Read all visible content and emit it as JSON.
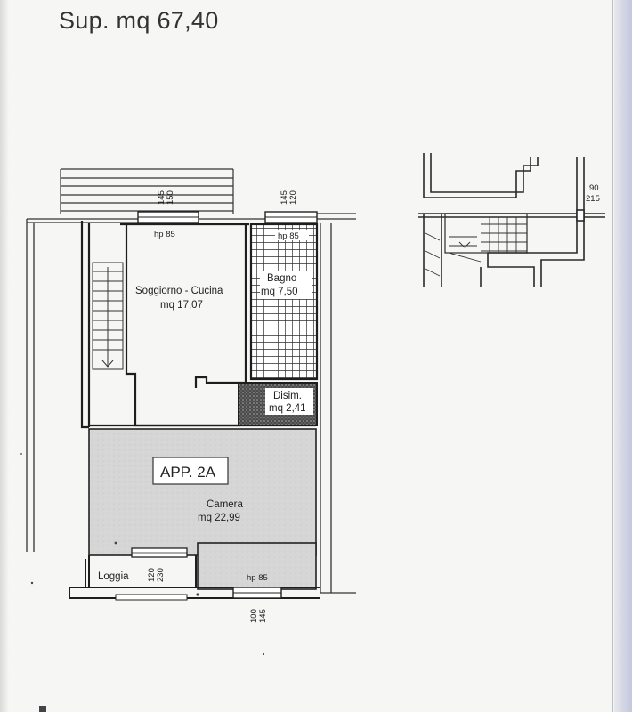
{
  "header": {
    "title": "Sup. mq 67,40"
  },
  "rooms": {
    "soggiorno": {
      "name": "Soggiorno - Cucina",
      "area": "mq 17,07"
    },
    "bagno": {
      "name": "Bagno",
      "area": "mq 7,50"
    },
    "disim": {
      "name": "Disim.",
      "area": "mq 2,41"
    },
    "camera": {
      "name": "Camera",
      "area": "mq 22,99"
    },
    "loggia": {
      "name": "Loggia"
    }
  },
  "unit_label": "APP. 2A",
  "openings": {
    "hp_soggiorno": "hp 85",
    "hp_bagno": "hp 85",
    "hp_camera": "hp 85"
  },
  "dimensions": {
    "window_soggiorno": [
      "145",
      "150"
    ],
    "window_bagno": [
      "145",
      "120"
    ],
    "door_loggia": [
      "120",
      "230"
    ],
    "window_camera": [
      "100",
      "145"
    ],
    "stair_detail": [
      "90",
      "215"
    ]
  },
  "colors": {
    "camera_fill": "#d8d8d8",
    "bagno_tile": "#3a3a3a",
    "disim_fill": "#555555",
    "wall": "#1e1e1e"
  }
}
